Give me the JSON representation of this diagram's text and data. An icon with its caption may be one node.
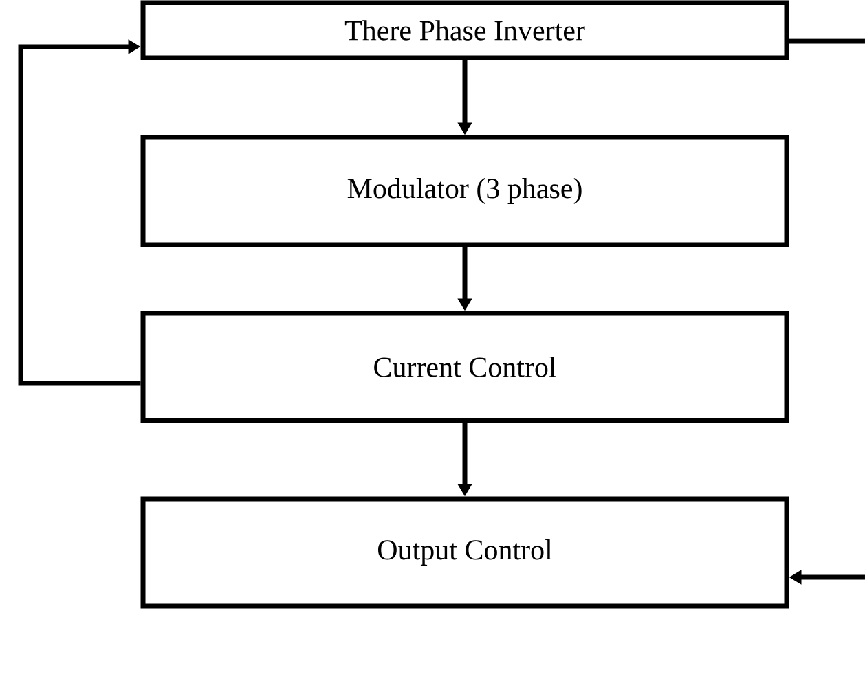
{
  "diagram": {
    "nodes": [
      {
        "text": [
          "There Phase Inverter"
        ]
      },
      {
        "text": [
          "Modulator (3 phase)"
        ]
      },
      {
        "text": [
          "Current Control"
        ]
      },
      {
        "text": [
          "Output Control"
        ]
      }
    ],
    "edges": [
      {
        "from": 0,
        "to": 1,
        "arrow": "to"
      },
      {
        "from": 1,
        "to": 2,
        "arrow": "to"
      },
      {
        "from": 2,
        "to": 0,
        "arrow": "to"
      },
      {
        "from": 2,
        "to": 3,
        "arrow": "to"
      },
      {
        "from": 0,
        "to": null,
        "arrow": "none"
      },
      {
        "from": null,
        "to": 3,
        "arrow": "to"
      }
    ]
  }
}
